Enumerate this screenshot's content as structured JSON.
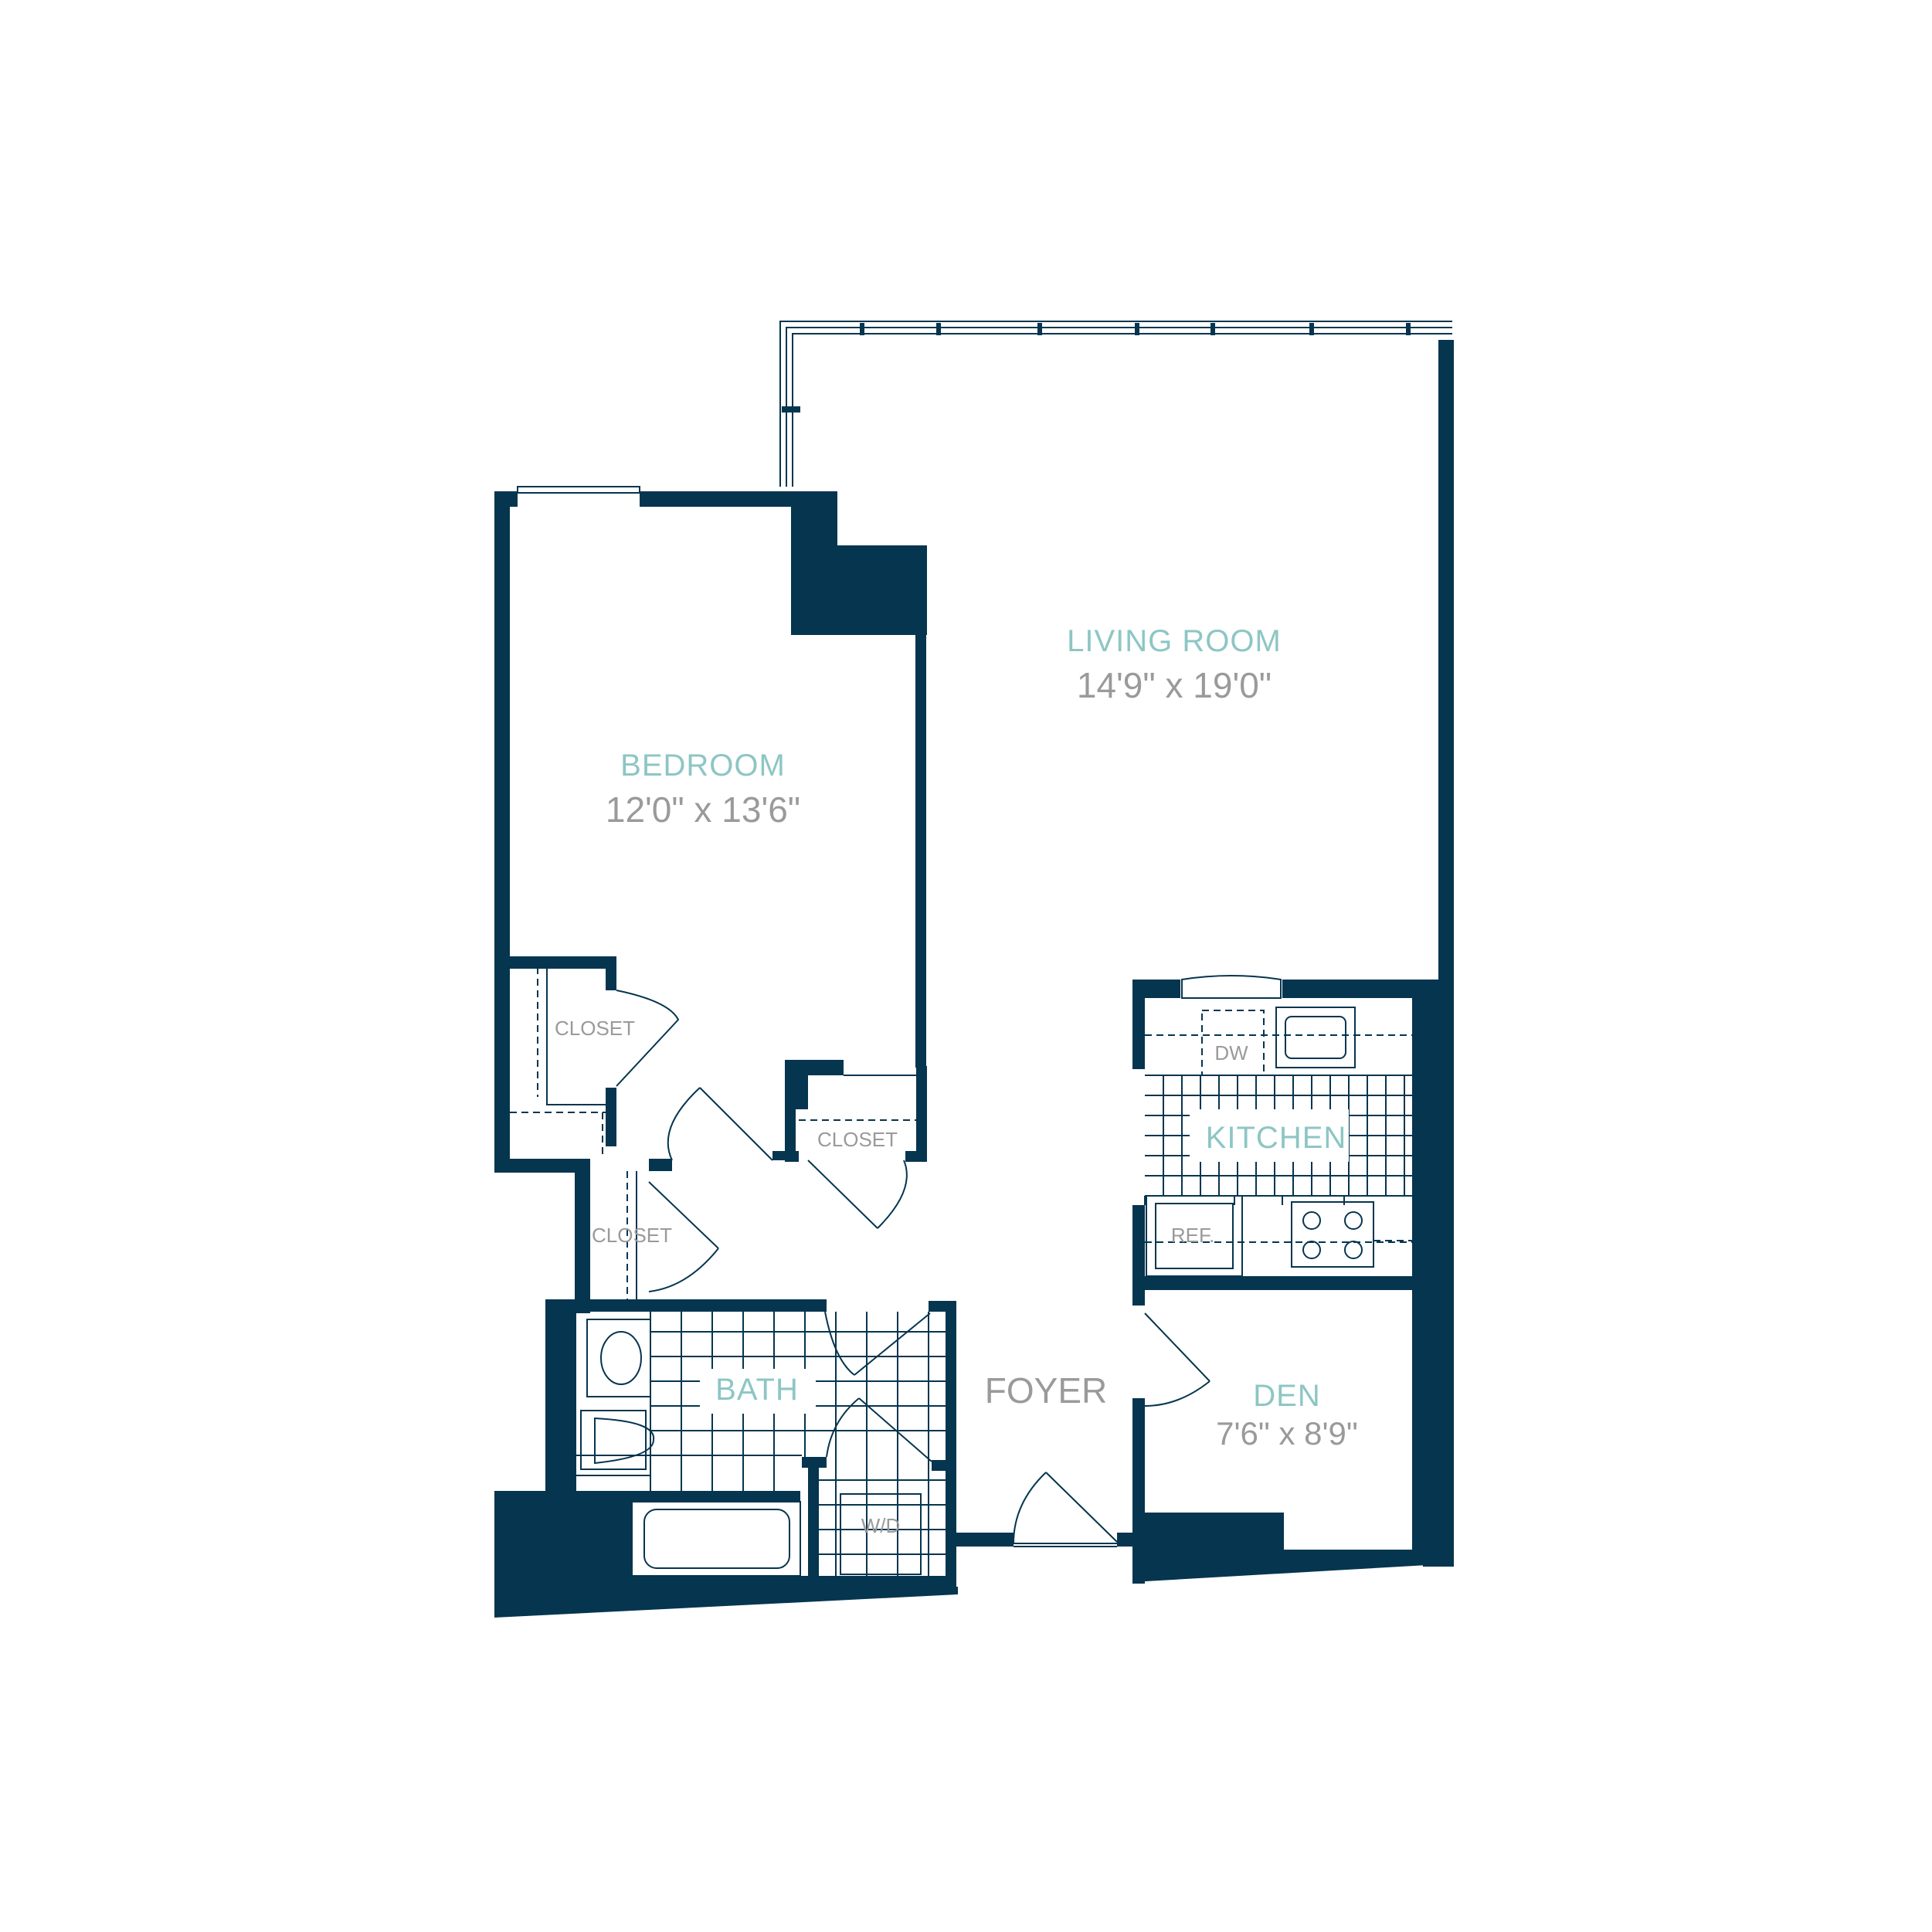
{
  "colors": {
    "wall": "#05354f",
    "room_label": "#8dc6c4",
    "dimension_label": "#9a9a9a",
    "background": "#ffffff"
  },
  "rooms": {
    "living_room": {
      "name": "LIVING ROOM",
      "dims": "14'9\" x 19'0\""
    },
    "bedroom": {
      "name": "BEDROOM",
      "dims": "12'0\" x 13'6\""
    },
    "kitchen": {
      "name": "KITCHEN"
    },
    "bath": {
      "name": "BATH"
    },
    "den": {
      "name": "DEN",
      "dims": "7'6\" x 8'9\""
    },
    "foyer": {
      "name": "FOYER"
    }
  },
  "fixtures": {
    "closet_1": "CLOSET",
    "closet_2": "CLOSET",
    "closet_3": "CLOSET",
    "dishwasher": "DW",
    "refrigerator": "REF.",
    "washer_dryer": "W/D"
  }
}
